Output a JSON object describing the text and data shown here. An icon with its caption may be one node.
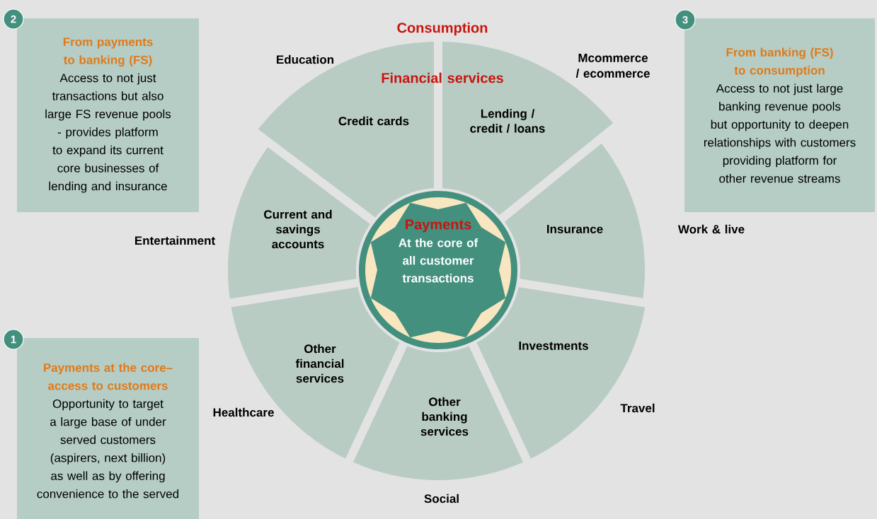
{
  "diagram": {
    "nodes": [
      {
        "text": [
          "2"
        ]
      },
      {
        "text": [
          "From payments to banking (FS)",
          "Access to not just transactions but also large FS revenue pools - provides platform to expand its current core businesses of lending and insurance"
        ]
      },
      {
        "text": [
          "3"
        ]
      },
      {
        "text": [
          "From banking (FS) to consumption",
          "Access to not just large banking revenue pools but opportunity to deepen relationships with customers providing platform for other revenue streams"
        ]
      },
      {
        "text": [
          "Credit cards"
        ]
      },
      {
        "text": [
          "Lending / credit / loans"
        ]
      },
      {
        "text": [
          "Current and savings accounts"
        ]
      },
      {
        "text": [
          "Payments",
          "At the core of all customer transactions"
        ]
      },
      {
        "text": [
          "Insurance"
        ]
      },
      {
        "text": [
          "Other financial services"
        ]
      },
      {
        "text": [
          "Investments"
        ]
      },
      {
        "text": [
          "Other banking services"
        ]
      },
      {
        "text": [
          "1"
        ]
      },
      {
        "text": [
          "Payments at the core–access to customers",
          "Opportunity to target a large base of under served customers (aspirers, next billion) as well as by offering convenience to the served"
        ]
      }
    ],
    "labels": [
      "Consumption",
      "Education",
      "Financial services",
      "Mcommerce / ecommerce",
      "Entertainment",
      "Work & live",
      "Healthcare",
      "Travel",
      "Social"
    ]
  }
}
